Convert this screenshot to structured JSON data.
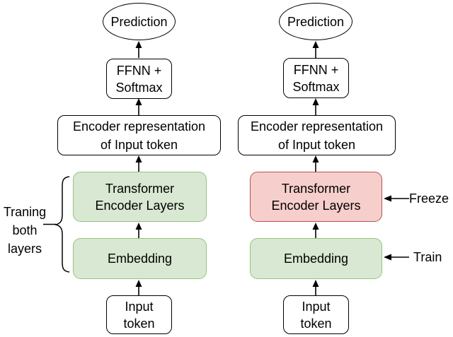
{
  "colors": {
    "trainable_fill": "#d9e8d2",
    "trainable_stroke": "#93c47d",
    "frozen_fill": "#f6cecb",
    "frozen_stroke": "#b85450",
    "box_stroke": "#000000",
    "arrow": "#000000",
    "text": "#000000",
    "background": "#ffffff"
  },
  "left_diagram": {
    "prediction_label": "Prediction",
    "ffnn_softmax_label": "FFNN +\nSoftmax",
    "encoder_representation_label": "Encoder representation\nof Input token",
    "transformer_label": "Transformer\nEncoder Layers",
    "embedding_label": "Embedding",
    "input_token_label": "Input\ntoken",
    "brace_label": "Traning\nboth\nlayers"
  },
  "right_diagram": {
    "prediction_label": "Prediction",
    "ffnn_softmax_label": "FFNN +\nSoftmax",
    "encoder_representation_label": "Encoder representation\nof Input token",
    "transformer_label": "Transformer\nEncoder Layers",
    "embedding_label": "Embedding",
    "input_token_label": "Input\ntoken",
    "freeze_annotation": "Freeze",
    "train_annotation": "Train"
  }
}
